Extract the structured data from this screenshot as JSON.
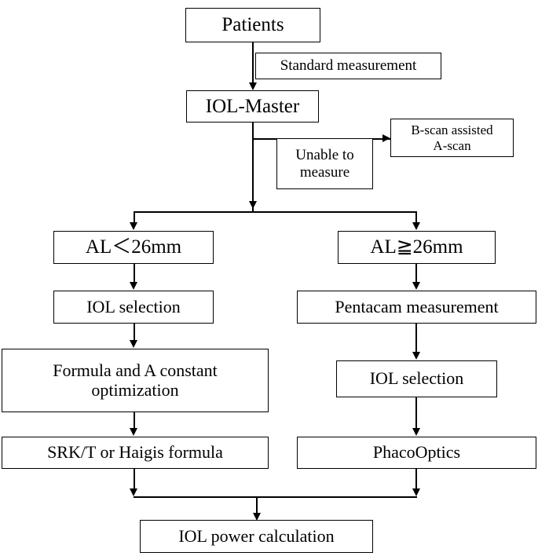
{
  "diagram": {
    "title": "IOL power calculation workflow",
    "type": "flowchart",
    "background_color": "#ffffff",
    "line_color": "#000000",
    "text_color": "#000000"
  },
  "nodes": {
    "patients": "Patients",
    "standard_measurement": "Standard measurement",
    "iol_master": "IOL-Master",
    "unable_to_measure": "Unable to\nmeasure",
    "b_scan_a_scan": "B-scan assisted\nA-scan",
    "al_less": "AL＜26mm",
    "al_greater": "AL≧26mm",
    "iol_selection_left": "IOL selection",
    "pentacam_measurement": "Pentacam measurement",
    "formula_a_constant": "Formula and A constant\noptimization",
    "iol_selection_right": "IOL selection",
    "srkt_haigis": "SRK/T or Haigis formula",
    "phaco_optics": "PhacoOptics",
    "iol_power_calculation": "IOL power calculation"
  }
}
